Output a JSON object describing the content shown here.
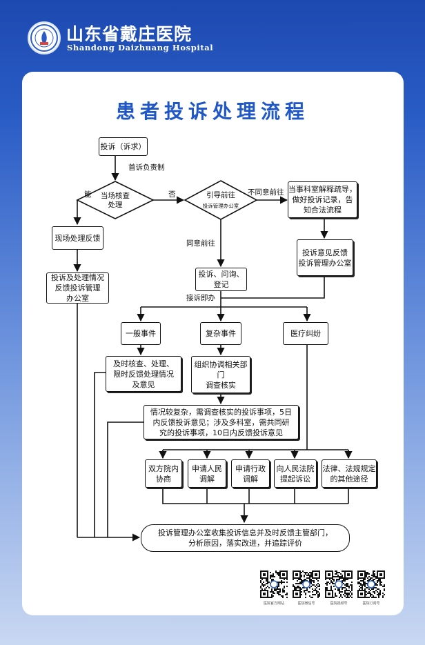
{
  "header": {
    "name_cn": "山东省戴庄医院",
    "name_en": "Shandong Daizhuang Hospital"
  },
  "title": "患者投诉处理流程",
  "nodes": {
    "complaint": "投诉（诉求）",
    "onsite_check": "当场核查\n处理",
    "guide": "引导前往",
    "guide_sub": "投诉管理办公室",
    "explain": "当事科室解释疏导，\n做好投诉记录，告\n知合法流程",
    "onsite_feedback": "现场处理反馈",
    "feedback_office": "投诉意见反馈\n投诉管理办公室",
    "report_office": "投诉及处理情况\n反馈投诉管理\n办公室",
    "register": "投诉、问询、\n登记",
    "general": "一般事件",
    "complex": "复杂事件",
    "dispute": "医疗纠纷",
    "timely": "及时核查、处理、\n限时反馈处理情况\n及意见",
    "coordinate": "组织协调相关部门\n调查核实",
    "complex_desc": "情况较复杂，需调查核实的投诉事项，5日\n内反馈投诉意见；涉及多科室，需共同研\n究的投诉事项，10日内反馈投诉意见",
    "bilateral": "双方院内\n协商",
    "mediation_people": "申请人民\n调解",
    "mediation_admin": "申请行政\n调解",
    "lawsuit": "向人民法院\n提起诉讼",
    "other_legal": "法律、法规规定\n的其他途径",
    "final": "投诉管理办公室收集投诉信息并及时反馈主管部门，\n分析原因，落实改进，并追踪评价"
  },
  "labels": {
    "first_responsible": "首诉负责制",
    "can": "能",
    "no": "否",
    "disagree": "不同意前往",
    "agree": "同意前往",
    "accept": "接诉即办"
  },
  "qr_codes": [
    "医院官方网站",
    "医院微信号",
    "医院视频号",
    "医院订阅号"
  ],
  "colors": {
    "title": "#1f57c7",
    "background_top": "#1c49b0",
    "line": "#111111"
  }
}
